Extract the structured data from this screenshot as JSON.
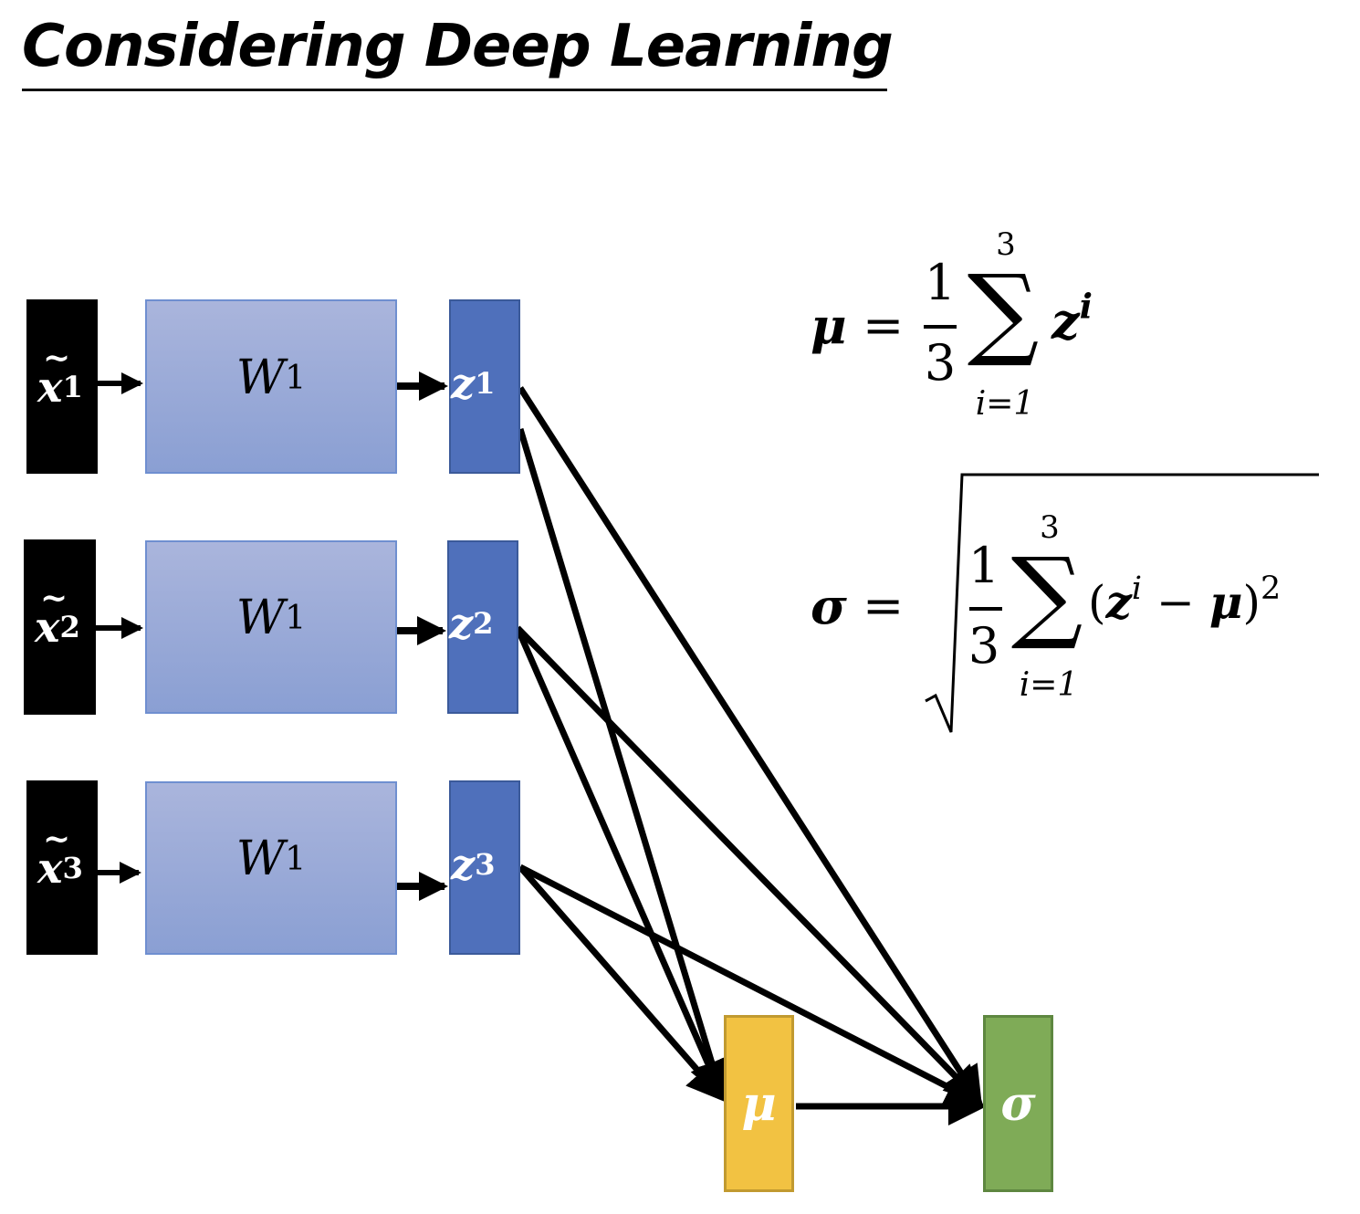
{
  "title": "Considering Deep Learning",
  "rows": [
    {
      "input": "x",
      "input_sup": "1",
      "weight": "W",
      "weight_sup": "1",
      "output": "z",
      "output_sup": "1"
    },
    {
      "input": "x",
      "input_sup": "2",
      "weight": "W",
      "weight_sup": "1",
      "output": "z",
      "output_sup": "2"
    },
    {
      "input": "x",
      "input_sup": "3",
      "weight": "W",
      "weight_sup": "1",
      "output": "z",
      "output_sup": "3"
    }
  ],
  "mu_node": {
    "label": "μ"
  },
  "sigma_node": {
    "label": "σ"
  },
  "formula_mu": {
    "lhs": "μ",
    "eq": "=",
    "num": "1",
    "den": "3",
    "sum": "∑",
    "upper": "3",
    "lower": "i=1",
    "term": "z",
    "term_sup": "i"
  },
  "formula_sigma": {
    "lhs": "σ",
    "eq": "=",
    "num": "1",
    "den": "3",
    "sum": "∑",
    "upper": "3",
    "lower": "i=1",
    "open": "(",
    "term": "z",
    "term_sup": "i",
    "minus": "−",
    "mu": "μ",
    "close": ")",
    "power": "2"
  },
  "colors": {
    "input": "#000000",
    "weight": "#9aa9d8",
    "z": "#4f70bb",
    "mu": "#f2c242",
    "sigma": "#7fab57"
  }
}
